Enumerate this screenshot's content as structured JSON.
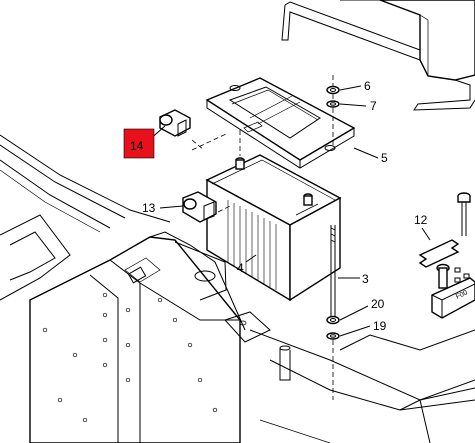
{
  "callouts": [
    {
      "id": "c14",
      "label": "14",
      "highlighted": true
    },
    {
      "id": "c13",
      "label": "13"
    },
    {
      "id": "c6",
      "label": "6"
    },
    {
      "id": "c7",
      "label": "7"
    },
    {
      "id": "c5",
      "label": "5"
    },
    {
      "id": "c4",
      "label": "4"
    },
    {
      "id": "c3",
      "label": "3"
    },
    {
      "id": "c12",
      "label": "12"
    },
    {
      "id": "c20",
      "label": "20"
    },
    {
      "id": "c19",
      "label": "19"
    }
  ],
  "fuse_block_text": "F00",
  "colors": {
    "highlight": "#e8101a",
    "line": "#000000",
    "background": "#ffffff"
  }
}
